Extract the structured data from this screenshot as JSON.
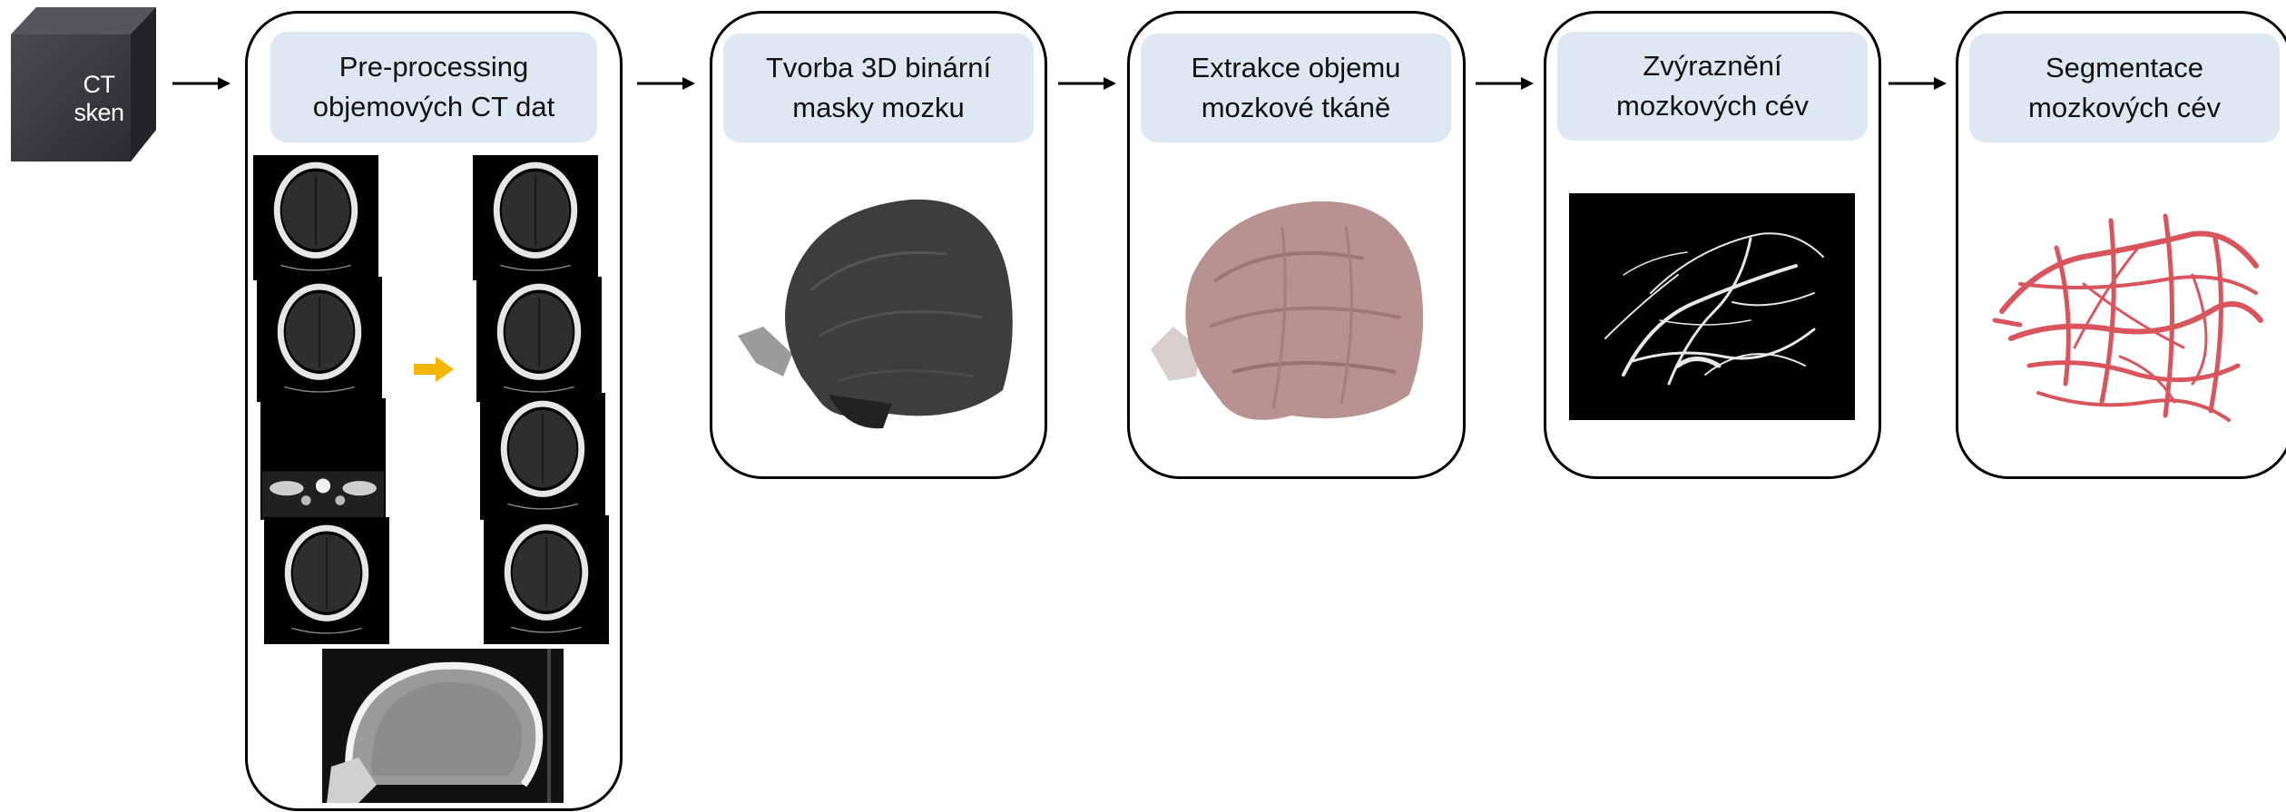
{
  "input": {
    "label": "CT sken"
  },
  "stages": [
    {
      "id": "preprocessing",
      "title": "Pre-processing\nobjemových CT dat"
    },
    {
      "id": "mask",
      "title": "Tvorba 3D binární\nmasky mozku"
    },
    {
      "id": "extraction",
      "title": "Extrakce objemu\nmozkové tkáně"
    },
    {
      "id": "enhancement",
      "title": "Zvýraznění\nmozkových cév"
    },
    {
      "id": "segmentation",
      "title": "Segmentace\nmozkových cév"
    }
  ],
  "colors": {
    "stage_title_bg": "#dde8f3",
    "panel_border": "#000000",
    "cube_face": "#3a3a3e",
    "transform_arrow": "#f5b400",
    "mask_render": "#3d3d3d",
    "tissue_render": "#b89290",
    "vessel_render": "#d9545c"
  },
  "icons": [
    "ct-cube-icon",
    "flow-arrow-icon",
    "transform-arrow-icon"
  ]
}
